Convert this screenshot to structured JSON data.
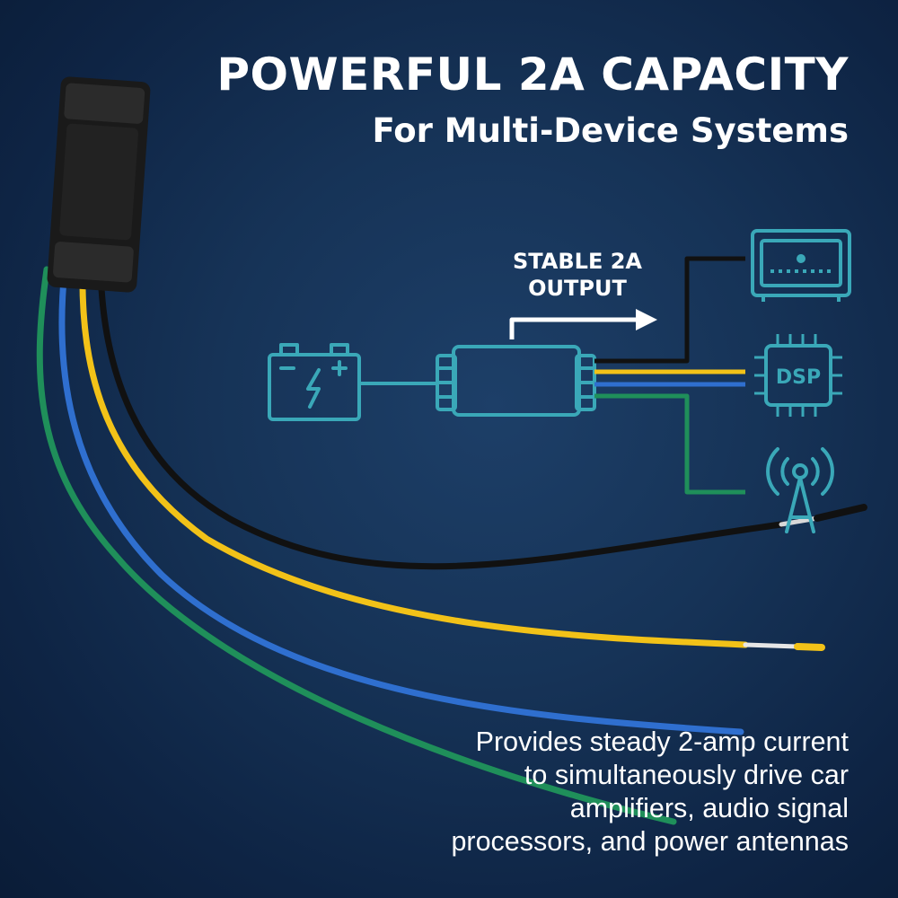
{
  "headline": {
    "title": "POWERFUL 2A CAPACITY",
    "subtitle": "For Multi-Device Systems"
  },
  "diagram": {
    "output_label_line1": "STABLE 2A",
    "output_label_line2": "OUTPUT",
    "chip_label": "DSP",
    "icons": [
      "battery-icon",
      "module-icon",
      "amplifier-icon",
      "dsp-chip-icon",
      "antenna-icon"
    ],
    "line_color": "#3aa8b8",
    "wire_colors": {
      "black": "#111111",
      "yellow": "#f2c218",
      "blue": "#2f6fcf",
      "green": "#1f8f5a"
    }
  },
  "description": {
    "line1": "Provides steady 2-amp current",
    "line2": "to simultaneously drive car",
    "line3": "amplifiers, audio signal",
    "line4": "processors, and power antennas"
  },
  "colors": {
    "background": "#163357",
    "accent": "#3aa8b8",
    "text": "#ffffff"
  }
}
